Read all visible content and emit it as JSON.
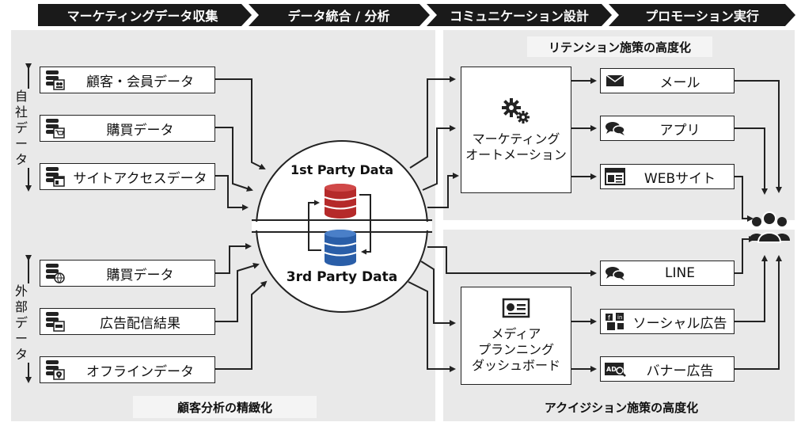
{
  "phases": [
    "マーケティングデータ収集",
    "データ統合 / 分析",
    "コミュニケーション設計",
    "プロモーション実行"
  ],
  "left_panel": {
    "own_label": "自社データ",
    "external_label": "外部データ",
    "caption": "顧客分析の精緻化",
    "own_sources": [
      {
        "label": "顧客・会員データ",
        "icon": "customer-database-icon"
      },
      {
        "label": "購買データ",
        "icon": "purchase-database-icon"
      },
      {
        "label": "サイトアクセスデータ",
        "icon": "site-access-database-icon"
      }
    ],
    "external_sources": [
      {
        "label": "購買データ",
        "icon": "external-purchase-database-icon"
      },
      {
        "label": "広告配信結果",
        "icon": "ad-delivery-database-icon"
      },
      {
        "label": "オフラインデータ",
        "icon": "offline-location-database-icon"
      }
    ]
  },
  "center": {
    "first_party": "1st Party Data",
    "third_party": "3rd Party Data",
    "colors": {
      "first_party_db": "#b52a2a",
      "third_party_db": "#2a5ea8"
    }
  },
  "retention": {
    "caption": "リテンション施策の高度化",
    "hub_line1": "マーケティング",
    "hub_line2": "オートメーション",
    "channels": [
      {
        "label": "メール",
        "icon": "mail-icon"
      },
      {
        "label": "アプリ",
        "icon": "chat-bubbles-icon"
      },
      {
        "label": "WEBサイト",
        "icon": "browser-window-icon"
      }
    ]
  },
  "acquisition": {
    "caption": "アクイジション施策の高度化",
    "line_label": "LINE",
    "line_icon": "chat-bubbles-icon",
    "hub_line1": "メディア",
    "hub_line2": "プランニング",
    "hub_line3": "ダッシュボード",
    "channels": [
      {
        "label": "ソーシャル広告",
        "icon": "social-media-icon"
      },
      {
        "label": "バナー広告",
        "icon": "banner-ad-icon"
      }
    ]
  },
  "customers_icon": "customers-group-icon"
}
